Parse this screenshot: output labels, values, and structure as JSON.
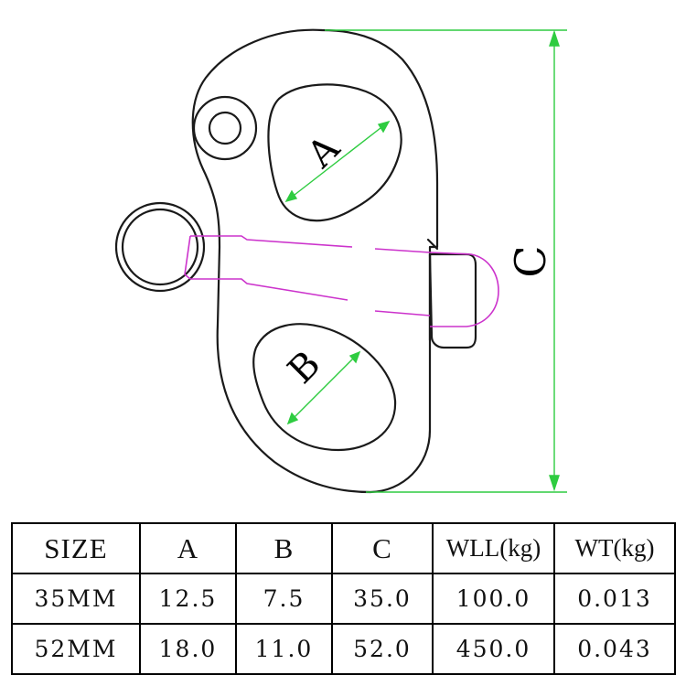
{
  "diagram": {
    "labels": {
      "a": "A",
      "b": "B",
      "c": "C"
    },
    "colors": {
      "outline": "#1a1a1a",
      "dimension": "#2ecc40",
      "pin": "#cc33cc"
    }
  },
  "table": {
    "headers": [
      "SIZE",
      "A",
      "B",
      "C",
      "WLL(kg)",
      "WT(kg)"
    ],
    "rows": [
      [
        "35MM",
        "12.5",
        "7.5",
        "35.0",
        "100.0",
        "0.013"
      ],
      [
        "52MM",
        "18.0",
        "11.0",
        "52.0",
        "450.0",
        "0.043"
      ]
    ]
  }
}
